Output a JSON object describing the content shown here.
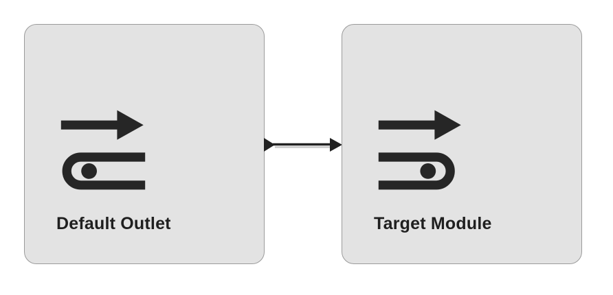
{
  "diagram": {
    "type": "flow",
    "background_color": "#ffffff",
    "foreground_color": "#222222",
    "node_fill_color": "#e3e3e3",
    "node_border_color": "#9a9a9a",
    "nodes": [
      {
        "id": "default-outlet",
        "label": "Default Outlet",
        "icon": "outlet-arrow-icon"
      },
      {
        "id": "target-module",
        "label": "Target Module",
        "icon": "module-inlet-icon"
      }
    ],
    "edges": [
      {
        "from": "default-outlet",
        "to": "target-module",
        "style": "arrow-right",
        "color": "#222222"
      }
    ]
  }
}
